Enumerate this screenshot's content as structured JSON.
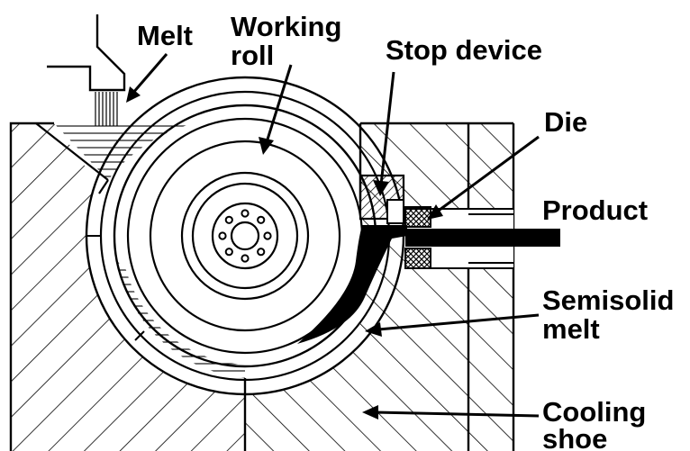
{
  "labels": {
    "melt": "Melt",
    "working_roll_1": "Working",
    "working_roll_2": "roll",
    "stop_device": "Stop device",
    "die": "Die",
    "product": "Product",
    "semisolid_1": "Semisolid",
    "semisolid_2": "melt",
    "cooling_1": "Cooling",
    "cooling_2": "shoe"
  },
  "colors": {
    "ink": "#000000",
    "paper": "#ffffff"
  },
  "roll": {
    "bolt_holes": 8
  }
}
